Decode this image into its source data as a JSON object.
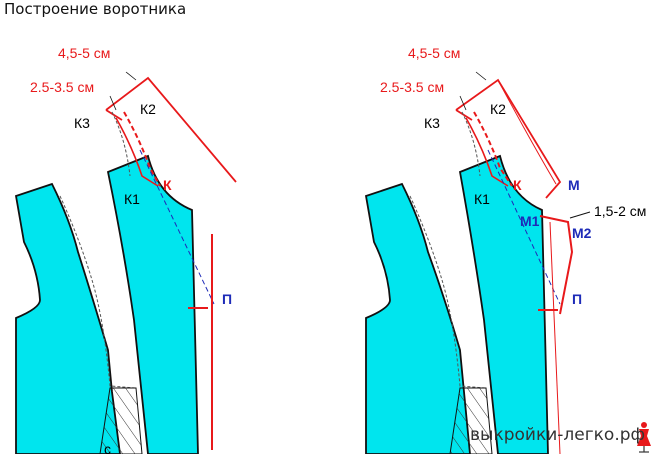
{
  "title": "Построение воротника",
  "watermark": "выкройки-легко.рф",
  "colors": {
    "fill": "#00e5ee",
    "red": "#e8191b",
    "blue": "#1e2bb8",
    "outline": "#111111"
  },
  "icons": [
    "dress-form-icon"
  ],
  "left_diagram": {
    "dim_a": "4,5-5 см",
    "dim_b": "2.5-3.5 см",
    "k1": "К1",
    "k2": "К2",
    "k3": "К3",
    "k": "К",
    "p": "П",
    "c": "с"
  },
  "right_diagram": {
    "dim_a": "4,5-5 см",
    "dim_b": "2.5-3.5 см",
    "k1": "К1",
    "k2": "К2",
    "k3": "К3",
    "k": "К",
    "m": "М",
    "m1": "М1",
    "m2": "М2",
    "dim_c": "1,5-2 см",
    "p": "П"
  }
}
